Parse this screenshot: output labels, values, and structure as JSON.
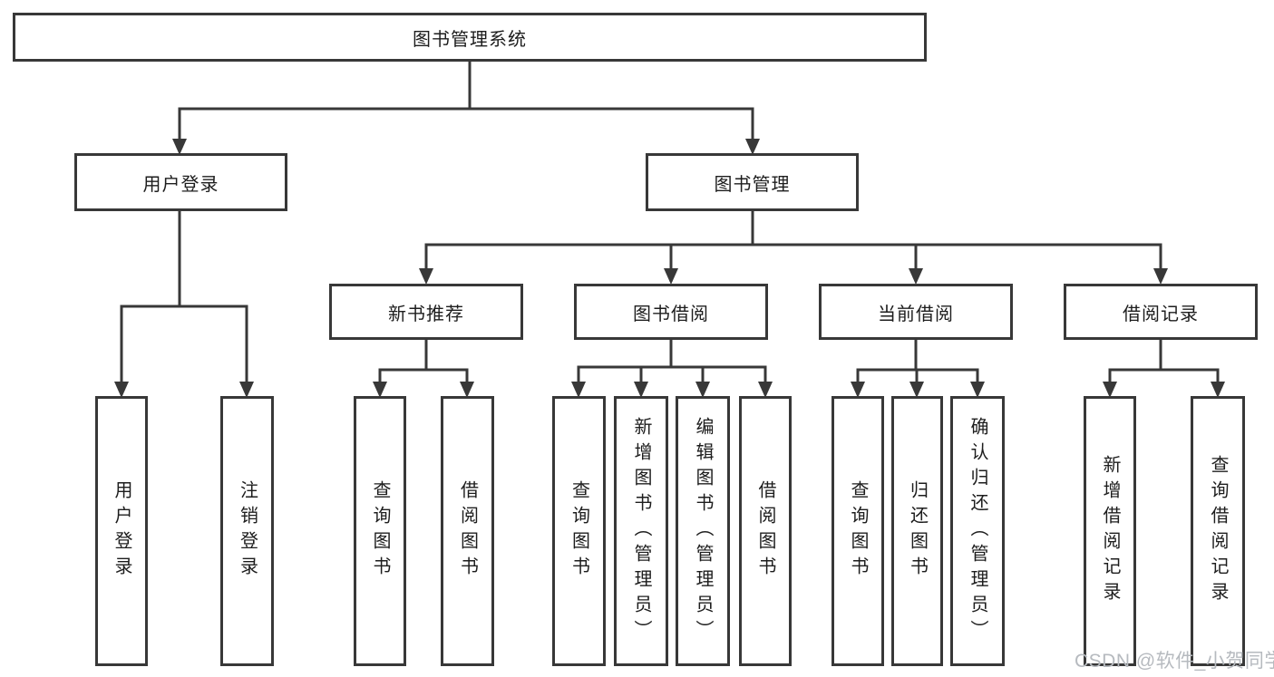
{
  "diagram": {
    "type": "tree",
    "colors": {
      "line": "#383838",
      "border": "#383838",
      "text": "#1d1d1d",
      "background": "#ffffff",
      "watermark": "#b6babf"
    },
    "watermark": "CSDN @软件_小贺同学",
    "nodes": {
      "root": {
        "label": "图书管理系统"
      },
      "user_login": {
        "label": "用户登录"
      },
      "book_mgmt": {
        "label": "图书管理"
      },
      "new_book_rec": {
        "label": "新书推荐"
      },
      "book_borrow": {
        "label": "图书借阅"
      },
      "current_borrow": {
        "label": "当前借阅"
      },
      "borrow_record": {
        "label": "借阅记录"
      },
      "login": {
        "label": "用户登录"
      },
      "logout": {
        "label": "注销登录"
      },
      "nbr_query": {
        "label": "查询图书"
      },
      "nbr_borrow": {
        "label": "借阅图书"
      },
      "bb_query": {
        "label": "查询图书"
      },
      "bb_add": {
        "label": "新增图书（管理员）"
      },
      "bb_edit": {
        "label": "编辑图书（管理员）"
      },
      "bb_borrow": {
        "label": "借阅图书"
      },
      "cb_query": {
        "label": "查询图书"
      },
      "cb_return": {
        "label": "归还图书"
      },
      "cb_confirm": {
        "label": "确认归还（管理员）"
      },
      "br_add": {
        "label": "新增借阅记录"
      },
      "br_query": {
        "label": "查询借阅记录"
      }
    },
    "edges": [
      [
        "root",
        "user_login"
      ],
      [
        "root",
        "book_mgmt"
      ],
      [
        "user_login",
        "login"
      ],
      [
        "user_login",
        "logout"
      ],
      [
        "book_mgmt",
        "new_book_rec"
      ],
      [
        "book_mgmt",
        "book_borrow"
      ],
      [
        "book_mgmt",
        "current_borrow"
      ],
      [
        "book_mgmt",
        "borrow_record"
      ],
      [
        "new_book_rec",
        "nbr_query"
      ],
      [
        "new_book_rec",
        "nbr_borrow"
      ],
      [
        "book_borrow",
        "bb_query"
      ],
      [
        "book_borrow",
        "bb_add"
      ],
      [
        "book_borrow",
        "bb_edit"
      ],
      [
        "book_borrow",
        "bb_borrow"
      ],
      [
        "current_borrow",
        "cb_query"
      ],
      [
        "current_borrow",
        "cb_return"
      ],
      [
        "current_borrow",
        "cb_confirm"
      ],
      [
        "borrow_record",
        "br_add"
      ],
      [
        "borrow_record",
        "br_query"
      ]
    ]
  }
}
